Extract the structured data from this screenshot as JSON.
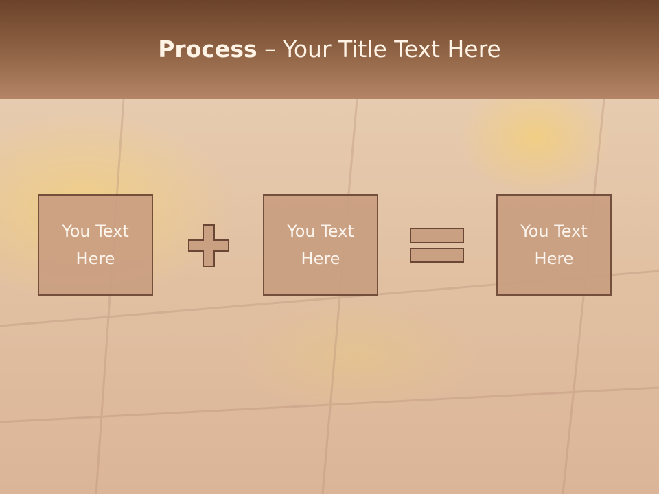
{
  "slide": {
    "title_bold": "Process",
    "title_rest": " – Your Title Text Here",
    "boxes": [
      {
        "text": "You Text Here"
      },
      {
        "text": "You Text Here"
      },
      {
        "text": "You Text Here"
      }
    ],
    "operators": [
      "plus-icon",
      "equals-icon"
    ],
    "colors": {
      "header": "#8a5e40",
      "box_fill": "#ca9f82",
      "box_border": "#6a4634",
      "operator_fill": "#c9a082"
    }
  }
}
